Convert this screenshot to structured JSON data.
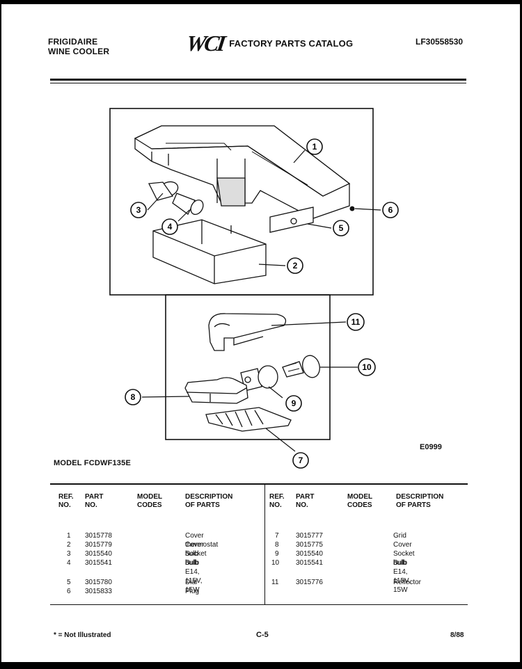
{
  "header": {
    "brand_line1": "FRIGIDAIRE",
    "brand_line2": "WINE COOLER",
    "logo_text": "WCI",
    "catalog_title": "FACTORY PARTS CATALOG",
    "catalog_code": "LF30558530"
  },
  "figure": {
    "code": "E0999",
    "callouts": [
      "1",
      "2",
      "3",
      "4",
      "5",
      "6",
      "7",
      "8",
      "9",
      "10",
      "11"
    ]
  },
  "model_label": "MODEL FCDWF135E",
  "table": {
    "headers": {
      "ref": "REF.\nNO.",
      "part": "PART\nNO.",
      "model": "MODEL\nCODES",
      "desc": "DESCRIPTION\nOF PARTS"
    },
    "left_rows": [
      {
        "ref": "1",
        "part": "3015778",
        "desc": "Cover thermostat"
      },
      {
        "ref": "2",
        "part": "3015779",
        "desc": "Cover bulb"
      },
      {
        "ref": "3",
        "part": "3015540",
        "desc": "Socket bulb"
      },
      {
        "ref": "4",
        "part": "3015541",
        "desc": "Bulb E14, 115V,\n15W"
      },
      {
        "ref": "5",
        "part": "3015780",
        "desc": "Dial"
      },
      {
        "ref": "6",
        "part": "3015833",
        "desc": "Plug"
      }
    ],
    "right_rows": [
      {
        "ref": "7",
        "part": "3015777",
        "desc": "Grid"
      },
      {
        "ref": "8",
        "part": "3015775",
        "desc": "Cover"
      },
      {
        "ref": "9",
        "part": "3015540",
        "desc": "Socket bulb"
      },
      {
        "ref": "10",
        "part": "3015541",
        "desc": "Bulb E14, 115V,\n15W"
      },
      {
        "ref": "11",
        "part": "3015776",
        "desc": "Reflector"
      }
    ]
  },
  "footer": {
    "note": "* = Not Illustrated",
    "page": "C-5",
    "date": "8/88"
  }
}
